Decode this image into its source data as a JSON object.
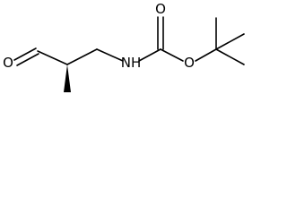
{
  "structure": {
    "atoms": [
      {
        "id": "o_aldehyde",
        "label": "O"
      },
      {
        "id": "n_amine",
        "label": "NH"
      },
      {
        "id": "o_carbonyl",
        "label": "O"
      },
      {
        "id": "o_ester",
        "label": "O"
      }
    ],
    "stereo": "wedge",
    "colors": {
      "ink": "#000000",
      "background": "#ffffff"
    }
  }
}
